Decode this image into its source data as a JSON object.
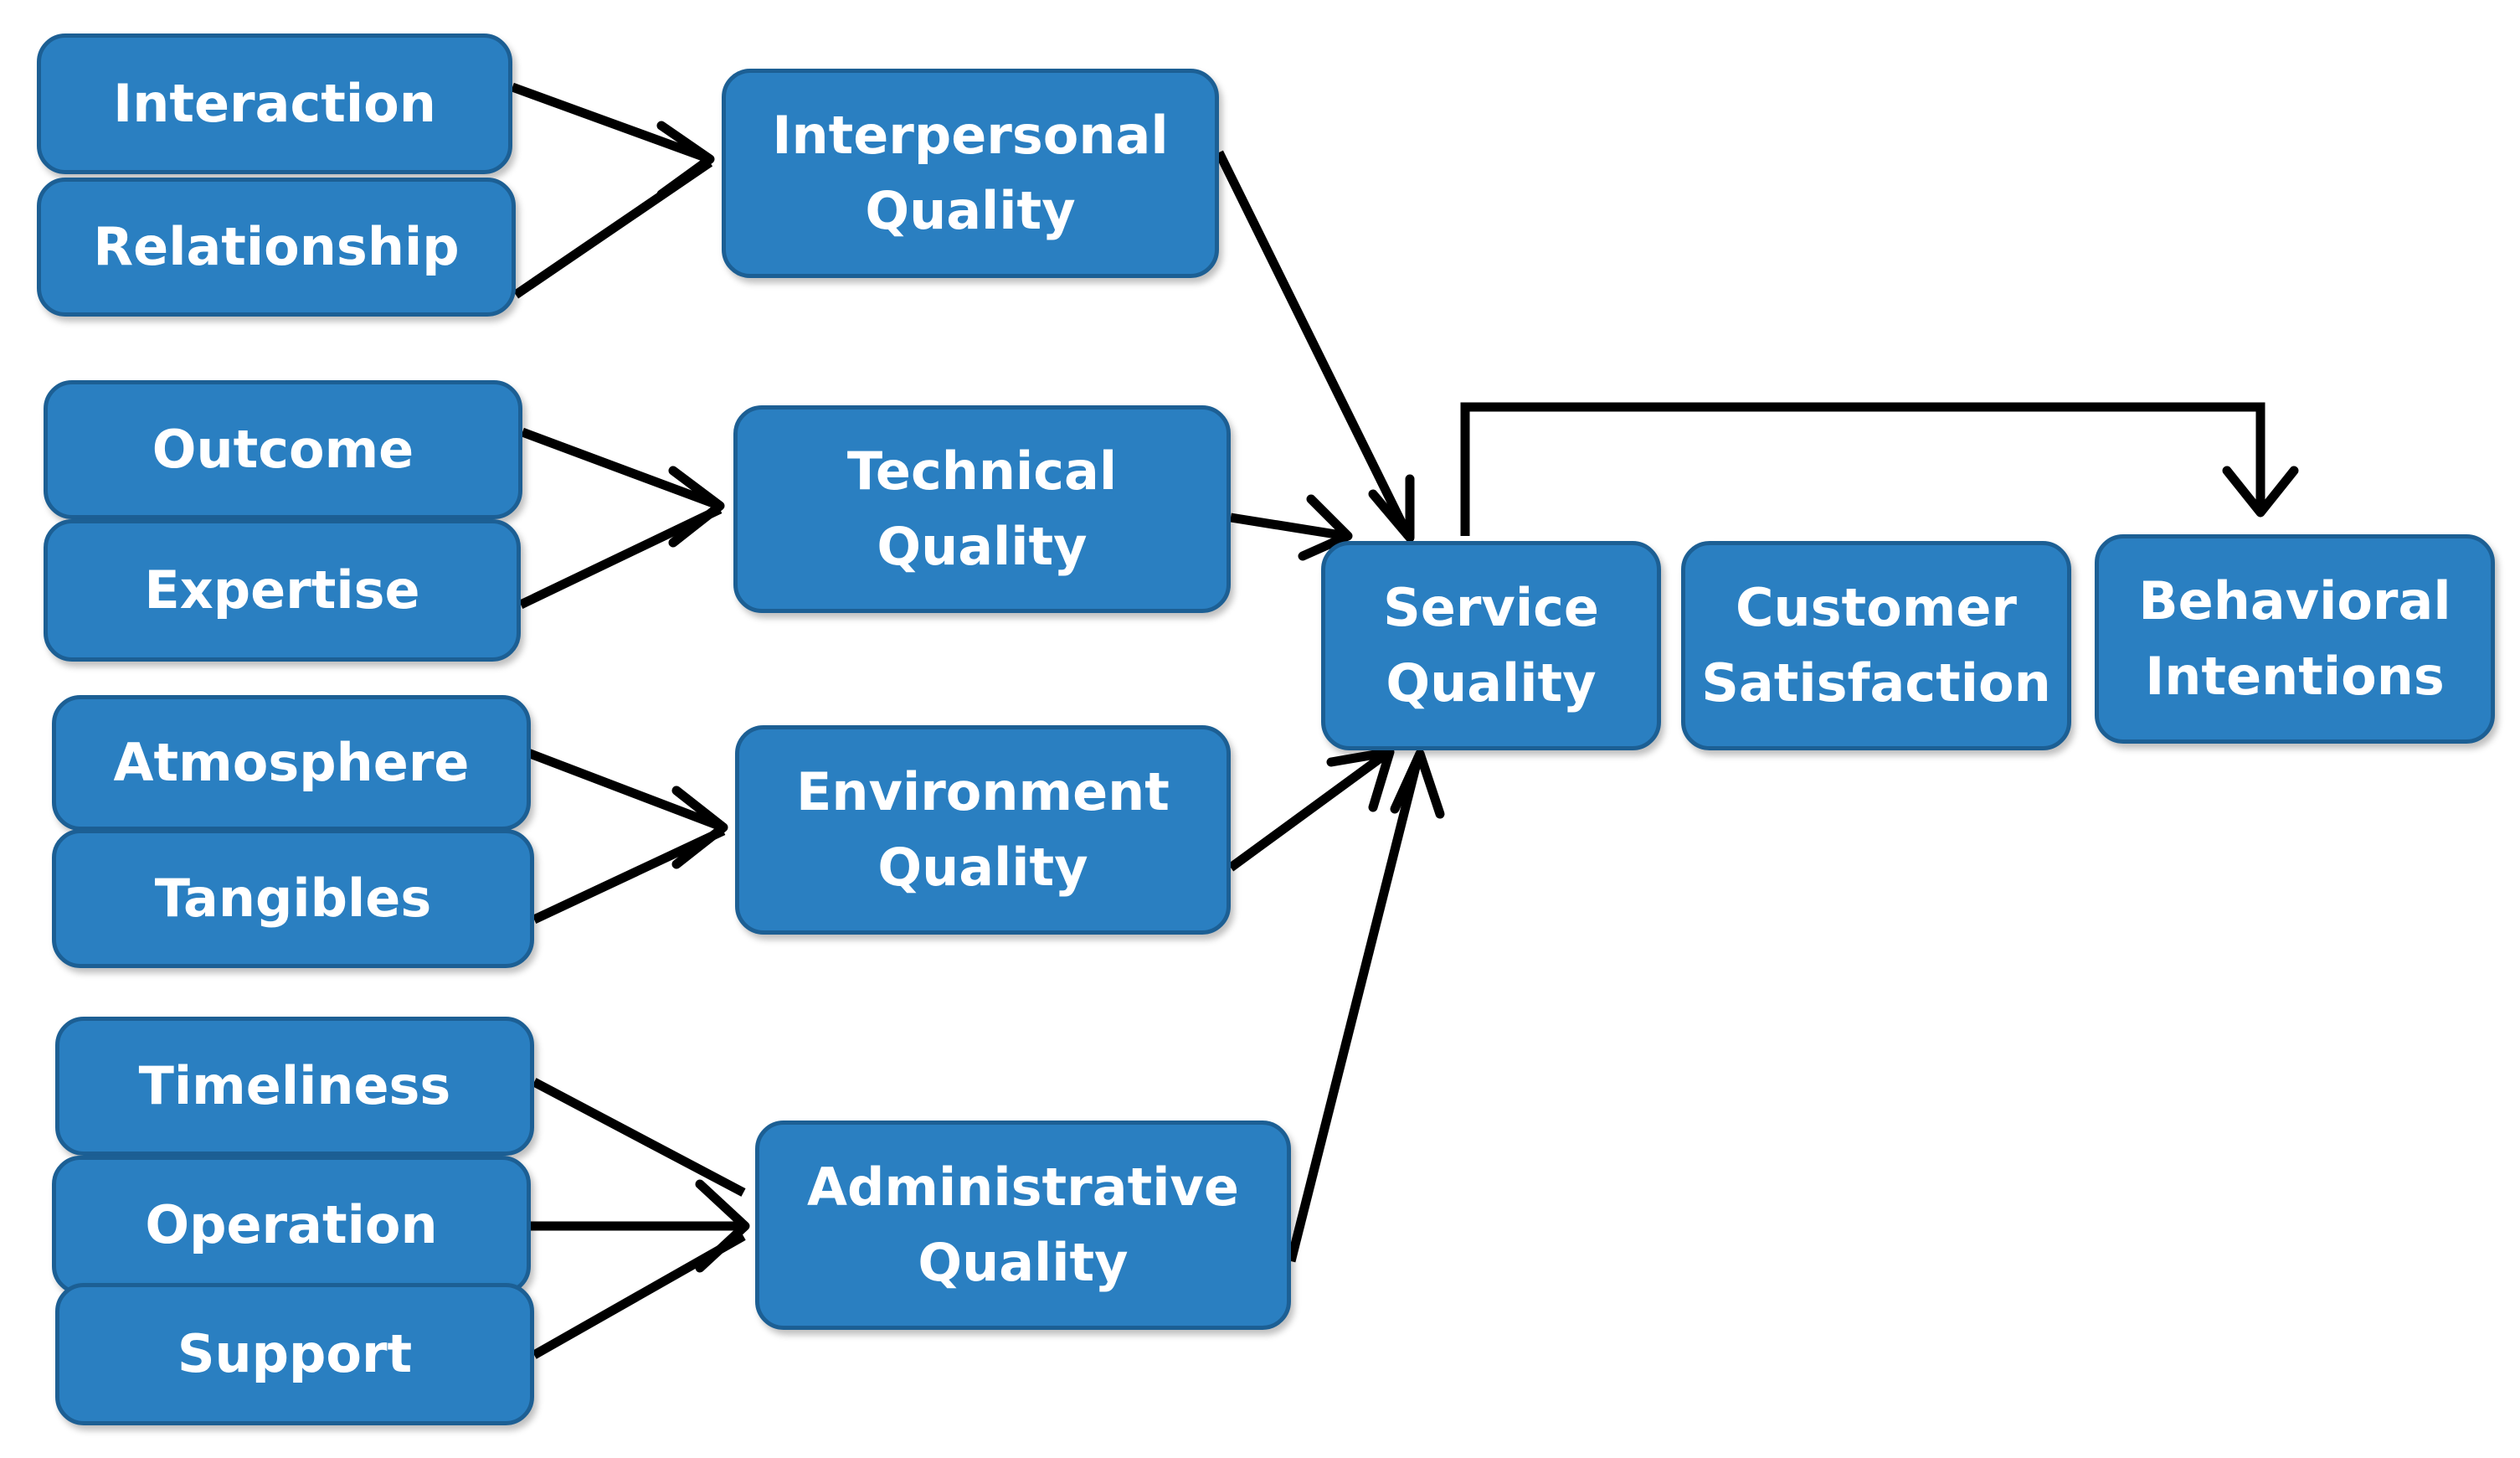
{
  "diagram": {
    "dimensions": {
      "interaction": "Interaction",
      "relationship": "Relationship",
      "outcome": "Outcome",
      "expertise": "Expertise",
      "atmosphere": "Atmosphere",
      "tangibles": "Tangibles",
      "timeliness": "Timeliness",
      "operation": "Operation",
      "support": "Support"
    },
    "primary": {
      "interpersonal": "Interpersonal\nQuality",
      "technical": "Technical\nQuality",
      "environment": "Environment\nQuality",
      "administrative": "Administrative\nQuality"
    },
    "outcomes": {
      "service_quality": "Service\nQuality",
      "customer_satisfaction": "Customer\nSatisfaction",
      "behavioral_intentions": "Behavioral\nIntentions"
    },
    "colors": {
      "node_fill": "#2a7fc1",
      "node_border": "#1c5f94",
      "node_text": "#ffffff",
      "arrow": "#000000"
    }
  }
}
